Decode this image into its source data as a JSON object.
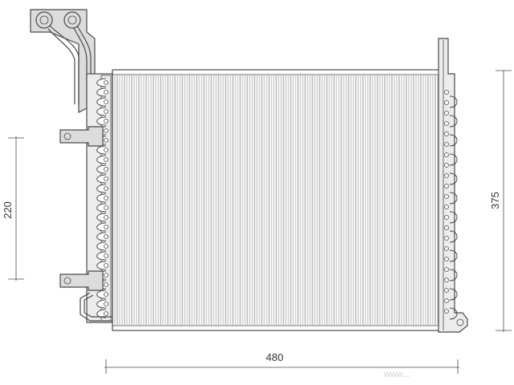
{
  "drawing": {
    "subject": "",
    "dimensions": {
      "width_label": "480",
      "height_label": "375",
      "bracket_spacing_label": "220"
    },
    "colors": {
      "line": "#4a4a4a",
      "fill": "#dcdcdc",
      "background": "#ffffff"
    },
    "watermark": "www..."
  }
}
